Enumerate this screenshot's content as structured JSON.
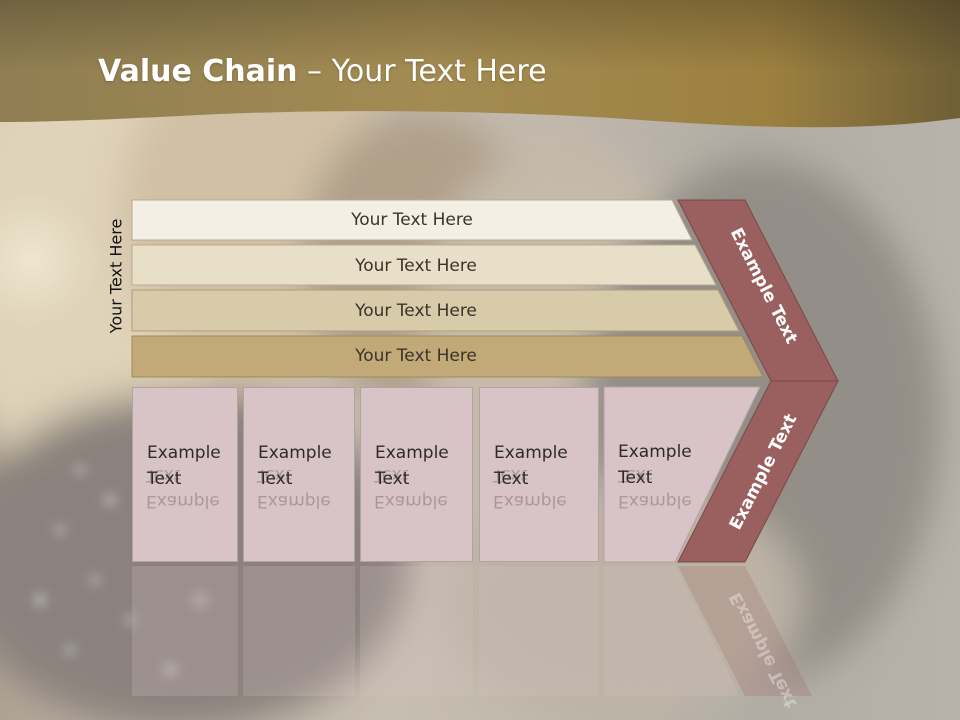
{
  "slide": {
    "title_bold": "Value Chain",
    "title_rest": " – Your Text Here"
  },
  "bands": [
    {
      "label": "Your Text Here",
      "color": "#f3efe5"
    },
    {
      "label": "Your Text Here",
      "color": "#e8dfc9"
    },
    {
      "label": "Your Text Here",
      "color": "#d8cba9"
    },
    {
      "label": "Your Text Here",
      "color": "#c1aa77"
    }
  ],
  "side_label": "Your Text Here",
  "cells": [
    {
      "line1": "Example",
      "line2": "Text"
    },
    {
      "line1": "Example",
      "line2": "Text"
    },
    {
      "line1": "Example",
      "line2": "Text"
    },
    {
      "line1": "Example",
      "line2": "Text"
    },
    {
      "line1": "Example",
      "line2": "Text"
    }
  ],
  "chevron": {
    "upper_label": "Example Text",
    "lower_label": "Example Text",
    "color": "#9a5f5f"
  },
  "colors": {
    "header_gold": "#9a8148",
    "cell_fill": "#d8c4c6"
  }
}
